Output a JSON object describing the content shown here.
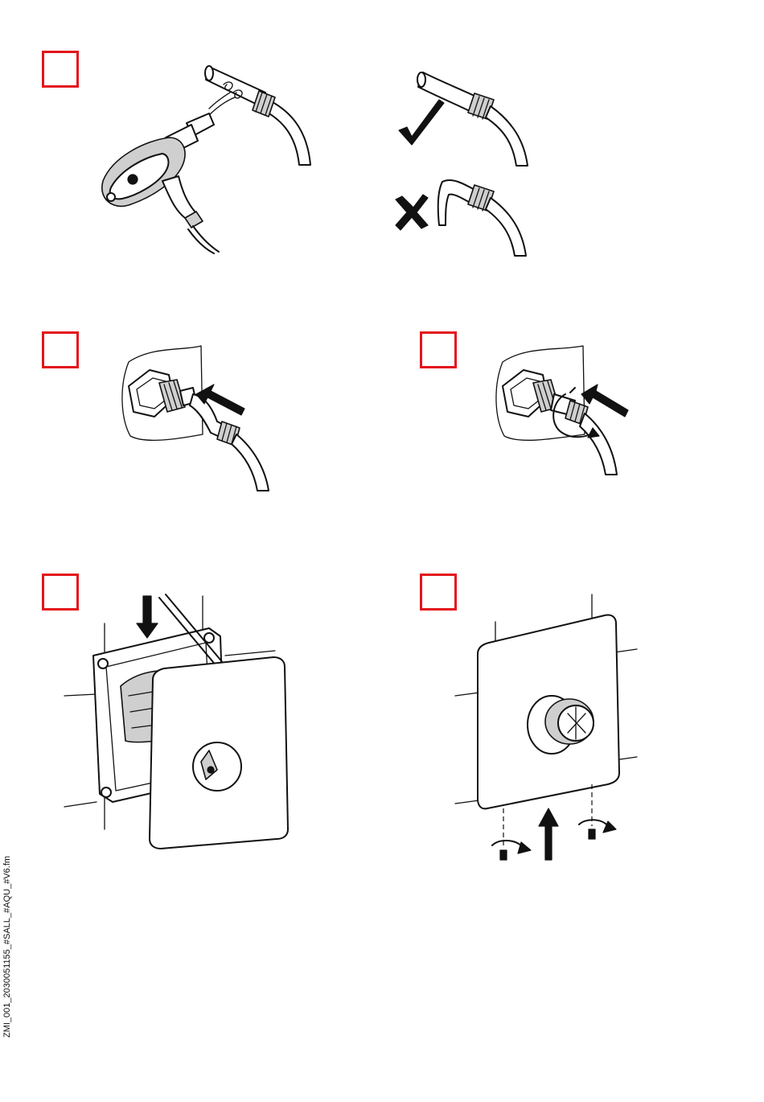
{
  "document": {
    "file_label": "ZMI_001_2030051155_#SALL_#AQU_#V6.fm",
    "accent_color": "#e3141b"
  },
  "steps": [
    {
      "id": "heat-tube",
      "icon": "heat-gun-bending-tube"
    },
    {
      "id": "bend-result",
      "icon": "correct-vs-wrong-bend",
      "check_icon": "check-mark",
      "wrong_icon": "x-mark"
    },
    {
      "id": "insert-tube",
      "icon": "insert-tube-into-fitting"
    },
    {
      "id": "tighten-nut",
      "icon": "tighten-compression-nut"
    },
    {
      "id": "mount-cover",
      "icon": "mount-cover-plate"
    },
    {
      "id": "attach-plate",
      "icon": "attach-plate-with-screws"
    }
  ]
}
